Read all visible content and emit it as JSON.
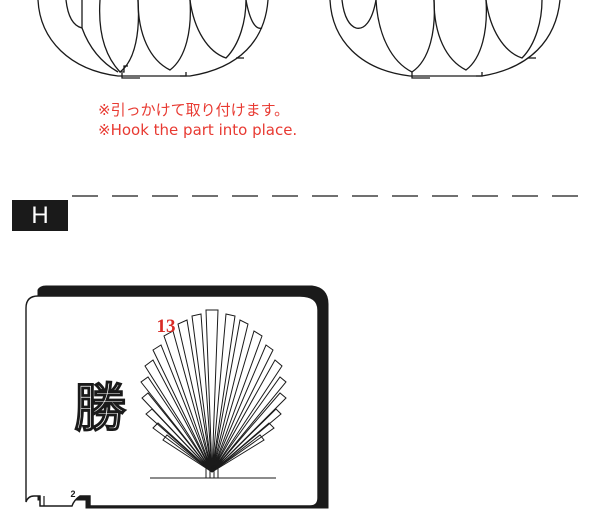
{
  "notes": {
    "line_jp": "※引っかけて取り付けます。",
    "line_en": "※Hook the part into place."
  },
  "section": {
    "label": "H"
  },
  "part": {
    "number": "13",
    "kanji": "勝",
    "tab_number": "2"
  },
  "colors": {
    "note_text": "#e83a32",
    "part_number": "#d92b25",
    "ink": "#1a1a1a"
  }
}
